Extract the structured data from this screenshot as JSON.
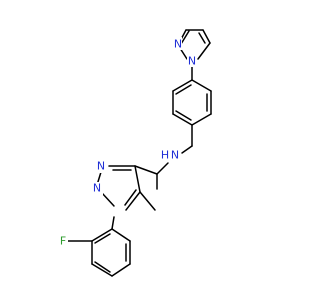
{
  "colors": {
    "bond": "#000000",
    "nitrogen": "#1f2fd6",
    "fluorine": "#2e9c2e",
    "hydrogen": "#1f2fd6",
    "background": "#ffffff"
  },
  "atoms": {
    "n_pz_top_1": "N",
    "n_pz_top_2": "N",
    "amine_n": "N",
    "amine_h": "H",
    "n_pz_bottom_1": "N",
    "n_pz_bottom_2": "N",
    "fluorine": "F"
  }
}
